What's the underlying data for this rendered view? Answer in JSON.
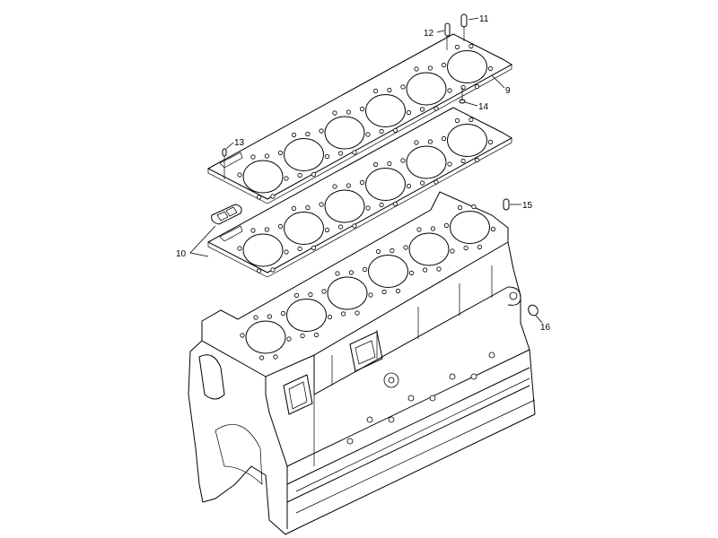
{
  "diagram": {
    "title": "Cylinder block and head gasket exploded view",
    "callouts": [
      {
        "id": "9",
        "label": "9",
        "part": "cylinder-head-gasket-upper"
      },
      {
        "id": "10",
        "label": "10",
        "part": "cylinder-head-gasket-lower-and-seal"
      },
      {
        "id": "11",
        "label": "11",
        "part": "dowel-pin"
      },
      {
        "id": "12",
        "label": "12",
        "part": "dowel-pin"
      },
      {
        "id": "13",
        "label": "13",
        "part": "locating-pin"
      },
      {
        "id": "14",
        "label": "14",
        "part": "gasket-locating-point"
      },
      {
        "id": "15",
        "label": "15",
        "part": "dowel-sleeve"
      },
      {
        "id": "16",
        "label": "16",
        "part": "expansion-plug"
      }
    ],
    "cylinders": 6
  }
}
